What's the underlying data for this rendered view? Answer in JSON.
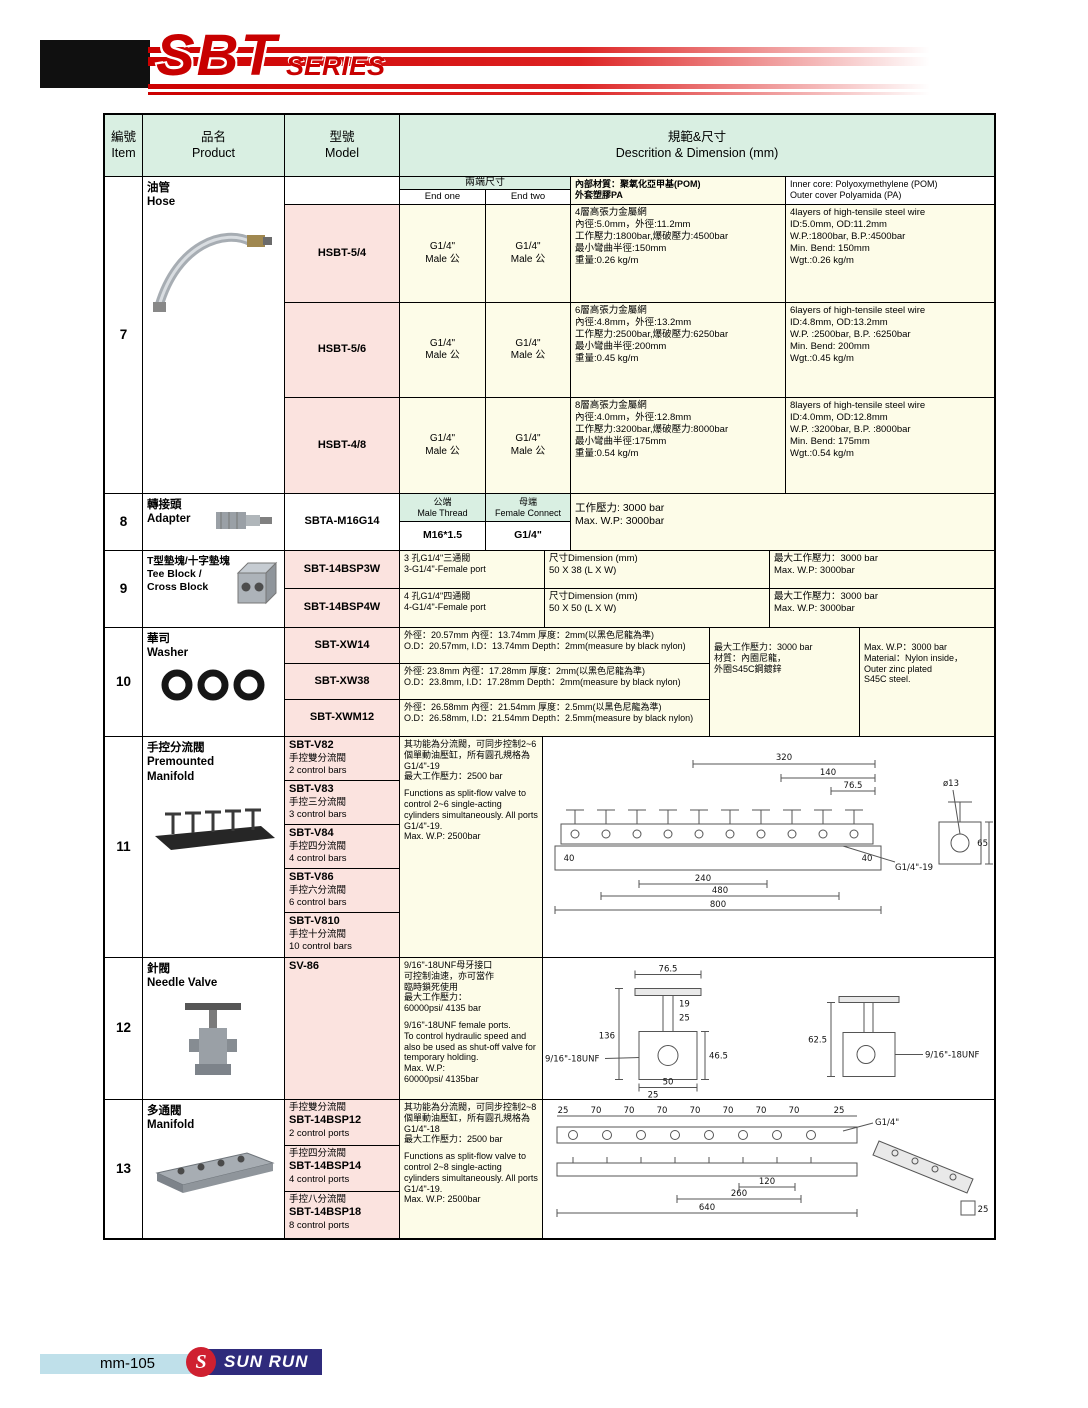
{
  "header": {
    "title": "SBT",
    "subtitle": "SERIES"
  },
  "columns": {
    "item": "編號\nItem",
    "product": "品名\nProduct",
    "model": "型號\nModel",
    "spec": "規範&尺寸\nDescrition & Dimension (mm)"
  },
  "hose": {
    "item": "7",
    "name": "油管\nHose",
    "ends_title": "兩端尺寸",
    "end_one_label": "End one",
    "end_two_label": "End two",
    "material_zh": "內部材質：聚氧化亞甲基(POM)\n外套塑膠PA",
    "material_en": "Inner core: Polyoxymethylene (POM)\nOuter cover Polyamida (PA)",
    "rows": [
      {
        "model": "HSBT-5/4",
        "end_one": "G1/4\"\nMale 公",
        "end_two": "G1/4\"\nMale 公",
        "spec_zh": "4層高張力金屬網\n內徑:5.0mm，外徑:11.2mm\n工作壓力:1800bar,爆破壓力:4500bar\n最小彎曲半徑:150mm\n重量:0.26 kg/m",
        "spec_en": "4layers of high-tensile steel wire\nID:5.0mm,  OD:11.2mm\nW.P.:1800bar,  B.P.:4500bar\nMin. Bend: 150mm\nWgt.:0.26 kg/m"
      },
      {
        "model": "HSBT-5/6",
        "end_one": "G1/4\"\nMale 公",
        "end_two": "G1/4\"\nMale 公",
        "spec_zh": "6層高張力金屬網\n內徑:4.8mm，外徑:13.2mm\n工作壓力:2500bar,爆破壓力:6250bar\n最小彎曲半徑:200mm\n重量:0.45 kg/m",
        "spec_en": "6layers of high-tensile steel wire\nID:4.8mm,  OD:13.2mm\nW.P. :2500bar,  B.P. :6250bar\nMin. Bend: 200mm\nWgt.:0.45 kg/m"
      },
      {
        "model": "HSBT-4/8",
        "end_one": "G1/4\"\nMale 公",
        "end_two": "G1/4\"\nMale 公",
        "spec_zh": "8層高張力金屬網\n內徑:4.0mm，外徑:12.8mm\n工作壓力:3200bar,爆破壓力:8000bar\n最小彎曲半徑:175mm\n重量:0.54 kg/m",
        "spec_en": "8layers of high-tensile steel wire\nID:4.0mm,  OD:12.8mm\nW.P. :3200bar,  B.P. :8000bar\nMin. Bend: 175mm\nWgt.:0.54 kg/m"
      }
    ]
  },
  "adapter": {
    "item": "8",
    "name": "轉接頭\nAdapter",
    "model": "SBTA-M16G14",
    "male_label": "公端\nMale Thread",
    "female_label": "母端\nFemale Connect",
    "male_value": "M16*1.5",
    "female_value": "G1/4\"",
    "spec": "工作壓力: 3000 bar\nMax. W.P: 3000bar"
  },
  "block": {
    "item": "9",
    "name": "T型墊塊/十字墊塊\nTee Block /\nCross Block",
    "rows": [
      {
        "model": "SBT-14BSP3W",
        "ports": "3 孔G1/4\"三通閥\n3-G1/4\"-Female port",
        "dimension": "尺寸Dimension (mm)\n50 X 38 (L X W)",
        "pressure": "最大工作壓力：3000 bar\nMax. W.P: 3000bar"
      },
      {
        "model": "SBT-14BSP4W",
        "ports": "4 孔G1/4\"四通閥\n4-G1/4\"-Female port",
        "dimension": "尺寸Dimension (mm)\n50 X 50 (L X W)",
        "pressure": "最大工作壓力：3000 bar\nMax. W.P: 3000bar"
      }
    ]
  },
  "washer": {
    "item": "10",
    "name": "華司\nWasher",
    "rows": [
      {
        "model": "SBT-XW14",
        "spec": "外徑：20.57mm 內徑：13.74mm 厚度：2mm(以黑色尼龍為準)\nO.D：20.57mm, I.D：13.74mm  Depth：2mm(measure by black nylon)"
      },
      {
        "model": "SBT-XW38",
        "spec": "外徑: 23.8mm 內徑：17.28mm 厚度：2mm(以黑色尼龍為準)\nO.D：23.8mm, I.D：17.28mm  Depth：2mm(measure by black nylon)"
      },
      {
        "model": "SBT-XWM12",
        "spec": "外徑：26.58mm 內徑：21.54mm 厚度：2.5mm(以黑色尼龍為準)\nO.D：26.58mm, I.D：21.54mm  Depth：2.5mm(measure by black nylon)"
      }
    ],
    "pressure_zh": "最大工作壓力：3000 bar\n材質：內圈尼龍，\n外圈S45C鋼鍍鋅",
    "pressure_en": "Max. W.P：3000 bar\nMaterial：Nylon inside，\nOuter zinc plated\nS45C steel."
  },
  "premounted": {
    "item": "11",
    "name": "手控分流閥\nPremounted\nManifold",
    "models": [
      {
        "model": "SBT-V82",
        "zh": "手控雙分流閥",
        "en": "2 control bars"
      },
      {
        "model": "SBT-V83",
        "zh": "手控三分流閥",
        "en": "3 control bars"
      },
      {
        "model": "SBT-V84",
        "zh": "手控四分流閥",
        "en": "4 control bars"
      },
      {
        "model": "SBT-V86",
        "zh": "手控六分流閥",
        "en": "6 control bars"
      },
      {
        "model": "SBT-V810",
        "zh": "手控十分流閥",
        "en": "10 control bars"
      }
    ],
    "desc_zh": "其功能為分流閥，可同步控制2~6個單動油壓缸，所有圓孔規格為 G1/4\"-19\n最大工作壓力：2500 bar",
    "desc_en": "Functions as split-flow valve to control 2~6 single-acting cylinders simultaneously. All ports G1/4\"-19.\nMax. W.P: 2500bar",
    "drawing": {
      "d320": "320",
      "d140": "140",
      "d765": "76.5",
      "d40a": "40",
      "d40b": "40",
      "d240": "240",
      "d480": "480",
      "d800": "800",
      "port": "G1/4\"-19",
      "d65": "65",
      "hole": "ø13"
    }
  },
  "needle": {
    "item": "12",
    "name": "針閥\nNeedle Valve",
    "model": "SV-86",
    "desc_zh": "9/16\"-18UNF母牙接口\n可控制油速，亦可當作\n臨時鎖死使用\n最大工作壓力：\n60000psi/ 4135 bar",
    "desc_en": "9/16\"-18UNF female ports.\nTo control hydraulic speed and also be used as shut-off valve for temporary holding.\nMax. W.P:\n60000psi/ 4135bar",
    "drawing": {
      "d765": "76.5",
      "d19": "19",
      "d25": "25",
      "d136": "136",
      "d465": "46.5",
      "d625": "62.5",
      "port_left": "9/16\"-18UNF",
      "port_right": "9/16\"-18UNF",
      "d50": "50",
      "d25b": "25"
    }
  },
  "manifold": {
    "item": "13",
    "name": "多通閥\nManifold",
    "models": [
      {
        "zh": "手控雙分流閥",
        "model": "SBT-14BSP12",
        "en": "2 control ports"
      },
      {
        "zh": "手控四分流閥",
        "model": "SBT-14BSP14",
        "en": "4 control ports"
      },
      {
        "zh": "手控八分流閥",
        "model": "SBT-14BSP18",
        "en": "8 control ports"
      }
    ],
    "desc_zh": "其功能為分流閥，可同步控制2~8個單動油壓缸，所有圓孔規格為 G1/4\"-18\n最大工作壓力：2500 bar",
    "desc_en": "Functions as split-flow valve to control 2~8 single-acting cylinders simultaneously. All ports G1/4\"-19.\nMax. W.P: 2500bar",
    "drawing": {
      "s0": "25",
      "s1": "70",
      "s2": "70",
      "s3": "70",
      "s4": "70",
      "s5": "70",
      "s6": "70",
      "s7": "70",
      "s8": "25",
      "port": "G1/4\"",
      "d120": "120",
      "d260": "260",
      "d640": "640",
      "d25": "25"
    }
  },
  "footer": {
    "page": "mm-105",
    "brand_s": "S",
    "brand": "SUN RUN"
  }
}
